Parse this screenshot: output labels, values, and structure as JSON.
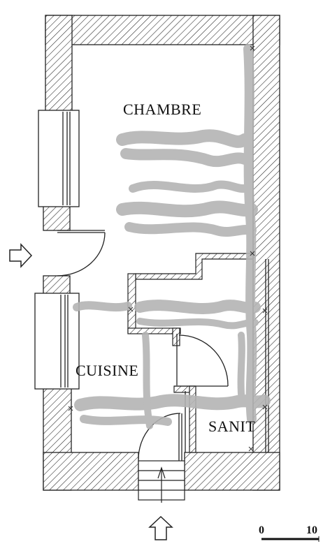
{
  "plan": {
    "rooms": [
      {
        "id": "chambre",
        "label": "CHAMBRE"
      },
      {
        "id": "cuisine",
        "label": "CUISINE"
      },
      {
        "id": "sanit",
        "label": "SANIT"
      }
    ],
    "scale_bar": {
      "start_label": "0",
      "end_label": "10"
    },
    "entrances": [
      {
        "id": "side",
        "icon": "arrow-right-icon"
      },
      {
        "id": "bottom",
        "icon": "arrow-up-icon"
      }
    ],
    "colors": {
      "wall_hatch": "#222222",
      "stain": "#b4b4b4",
      "ink": "#111111"
    }
  }
}
